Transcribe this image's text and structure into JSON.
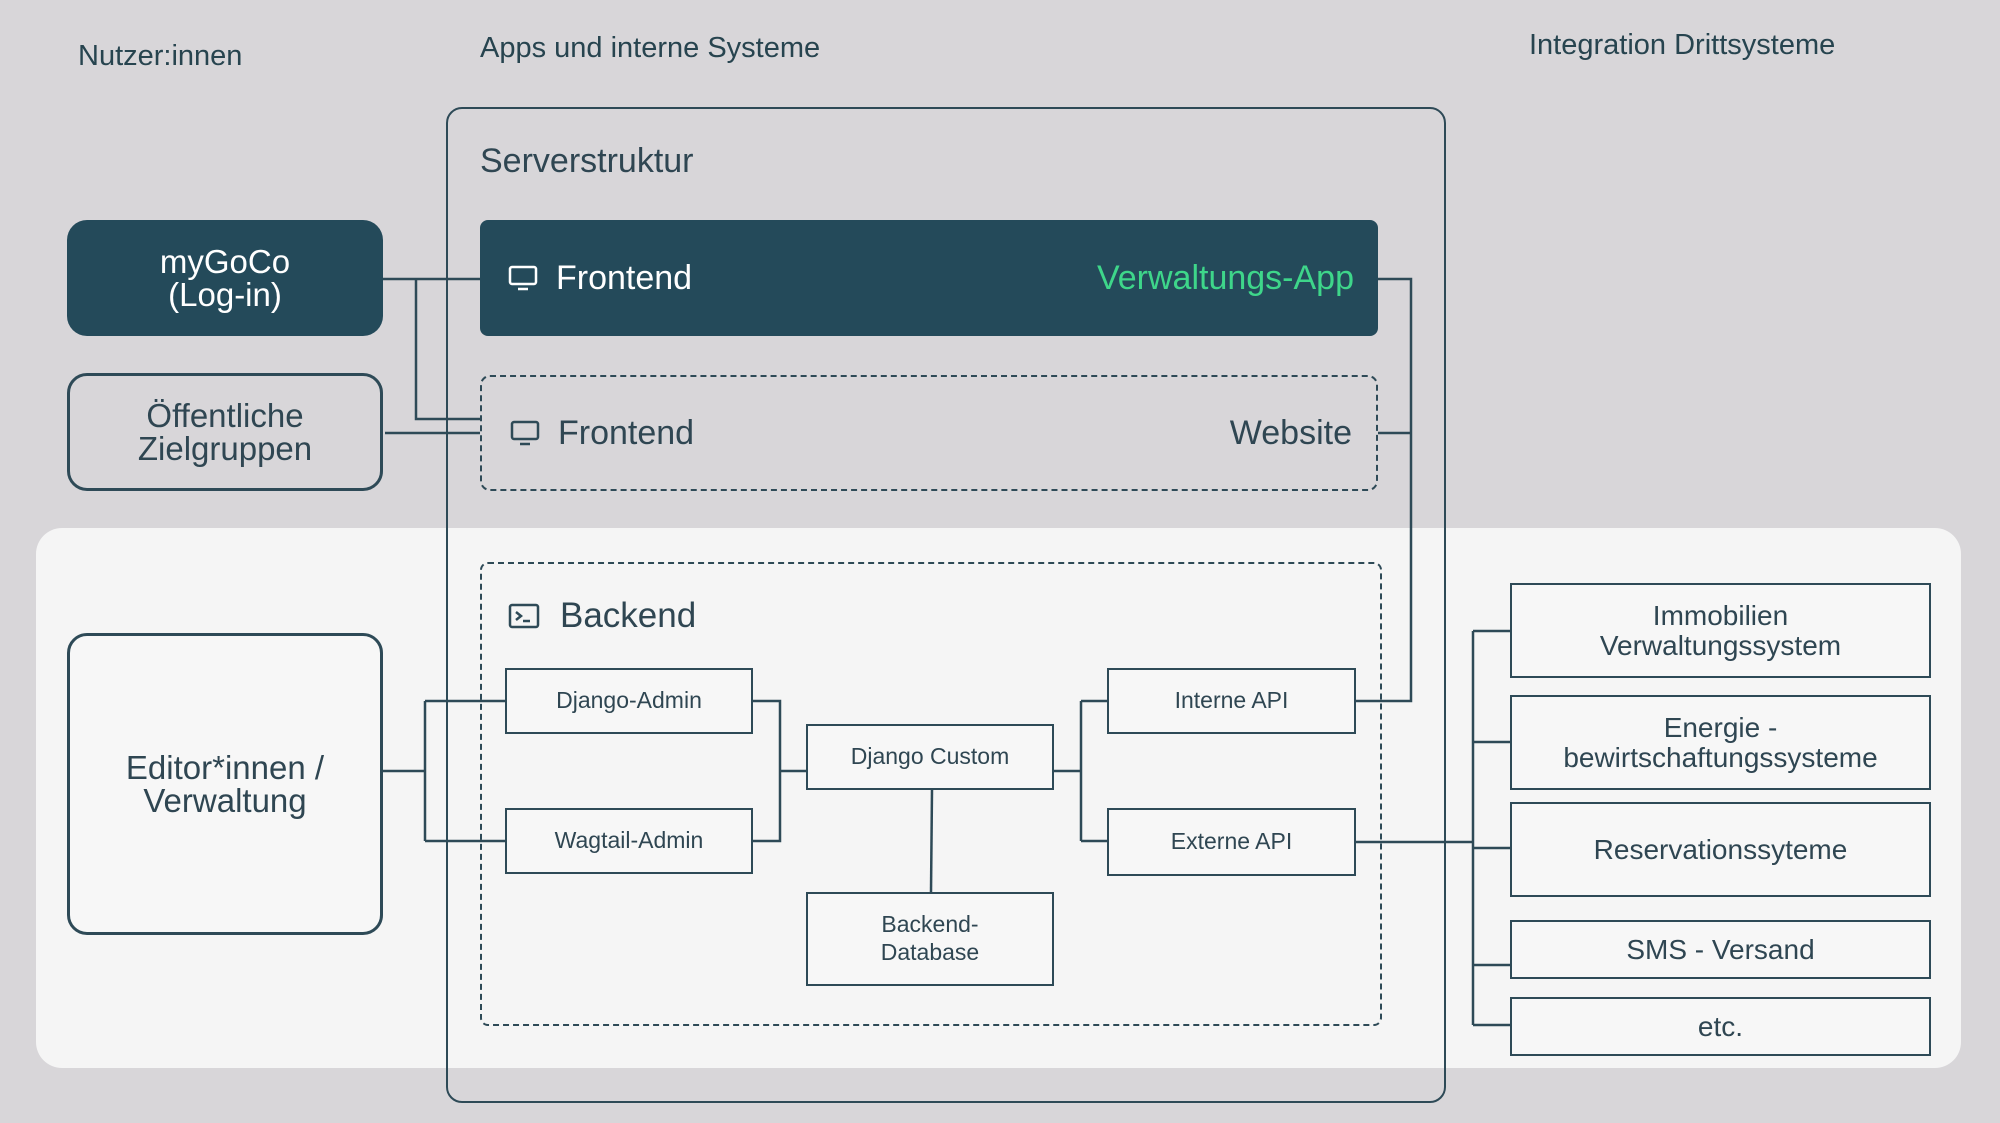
{
  "columns": {
    "users": "Nutzer:innen",
    "apps": "Apps und interne Systeme",
    "integration": "Integration Drittsysteme"
  },
  "server": {
    "title": "Serverstruktur"
  },
  "users": {
    "mygoco_line1": "myGoCo",
    "mygoco_line2": "(Log-in)",
    "public_line1": "Öffentliche",
    "public_line2": "Zielgruppen",
    "editor_line1": "Editor*innen /",
    "editor_line2": "Verwaltung"
  },
  "frontends": [
    {
      "label": "Frontend",
      "target": "Verwaltungs-App",
      "icon": "monitor-icon"
    },
    {
      "label": "Frontend",
      "target": "Website",
      "icon": "monitor-icon"
    }
  ],
  "backend": {
    "title": "Backend",
    "icon": "terminal-icon",
    "nodes": {
      "django_admin": "Django-Admin",
      "wagtail_admin": "Wagtail-Admin",
      "django_custom": "Django Custom",
      "db_line1": "Backend-",
      "db_line2": "Database",
      "interne_api": "Interne API",
      "externe_api": "Externe API"
    }
  },
  "third_party": [
    {
      "line1": "Immobilien",
      "line2": "Verwaltungssystem"
    },
    {
      "line1": "Energie -",
      "line2": "bewirtschaftungssysteme"
    },
    {
      "line1": "Reservationssyteme"
    },
    {
      "line1": "SMS - Versand"
    },
    {
      "line1": "etc."
    }
  ],
  "colors": {
    "background": "#d8d6d9",
    "panel": "#f5f5f5",
    "dark": "#244a5a",
    "stroke": "#2e4a57",
    "accent": "#3ed68a"
  }
}
